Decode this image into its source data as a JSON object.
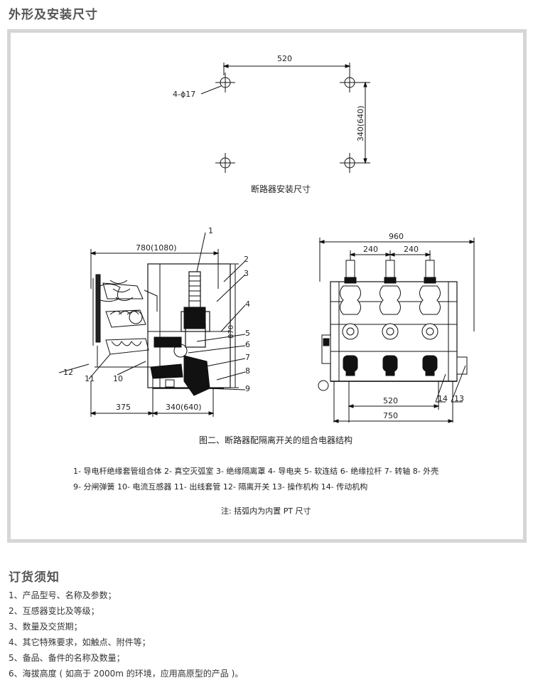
{
  "section1_title": "外形及安装尺寸",
  "section2_title": "订货须知",
  "fig1": {
    "dim_width": "520",
    "dim_height": "340(640)",
    "hole_label": "4-ϕ17",
    "caption": "断路器安装尺寸"
  },
  "fig2": {
    "dim_top": "780(1080)",
    "dim_height": "870",
    "dim_bottom_left": "375",
    "dim_bottom_right": "340(640)",
    "callouts": [
      "1",
      "2",
      "3",
      "4",
      "5",
      "6",
      "7",
      "8",
      "9",
      "10",
      "11",
      "12"
    ]
  },
  "fig3": {
    "dim_top": "960",
    "dim_span_a": "240",
    "dim_span_b": "240",
    "dim_inner": "520",
    "dim_bottom": "750",
    "callouts": [
      "13",
      "14"
    ]
  },
  "figure_caption": "图二、断路器配隔离开关的组合电器结构",
  "legend_line1": "1- 导电杆绝缘套管组合体 2- 真空灭弧室 3- 绝缘隔离罩 4- 导电夹 5- 软连结 6- 绝缘拉杆 7- 转轴 8- 外壳",
  "legend_line2": "9- 分闸弹簧  10- 电流互感器 11- 出线套管 12- 隔离开关 13- 操作机构 14- 传动机构",
  "note": "注: 括弧内为内置 PT 尺寸",
  "order_items": [
    "1、产品型号、名称及参数；",
    "2、互感器变比及等级；",
    "3、数量及交货期；",
    "4、其它特殊要求，如触点、附件等；",
    "5、备品、备件的名称及数量；",
    "6、海拔高度 ( 如高于 2000m 的环境，应用高原型的产品 )。"
  ]
}
